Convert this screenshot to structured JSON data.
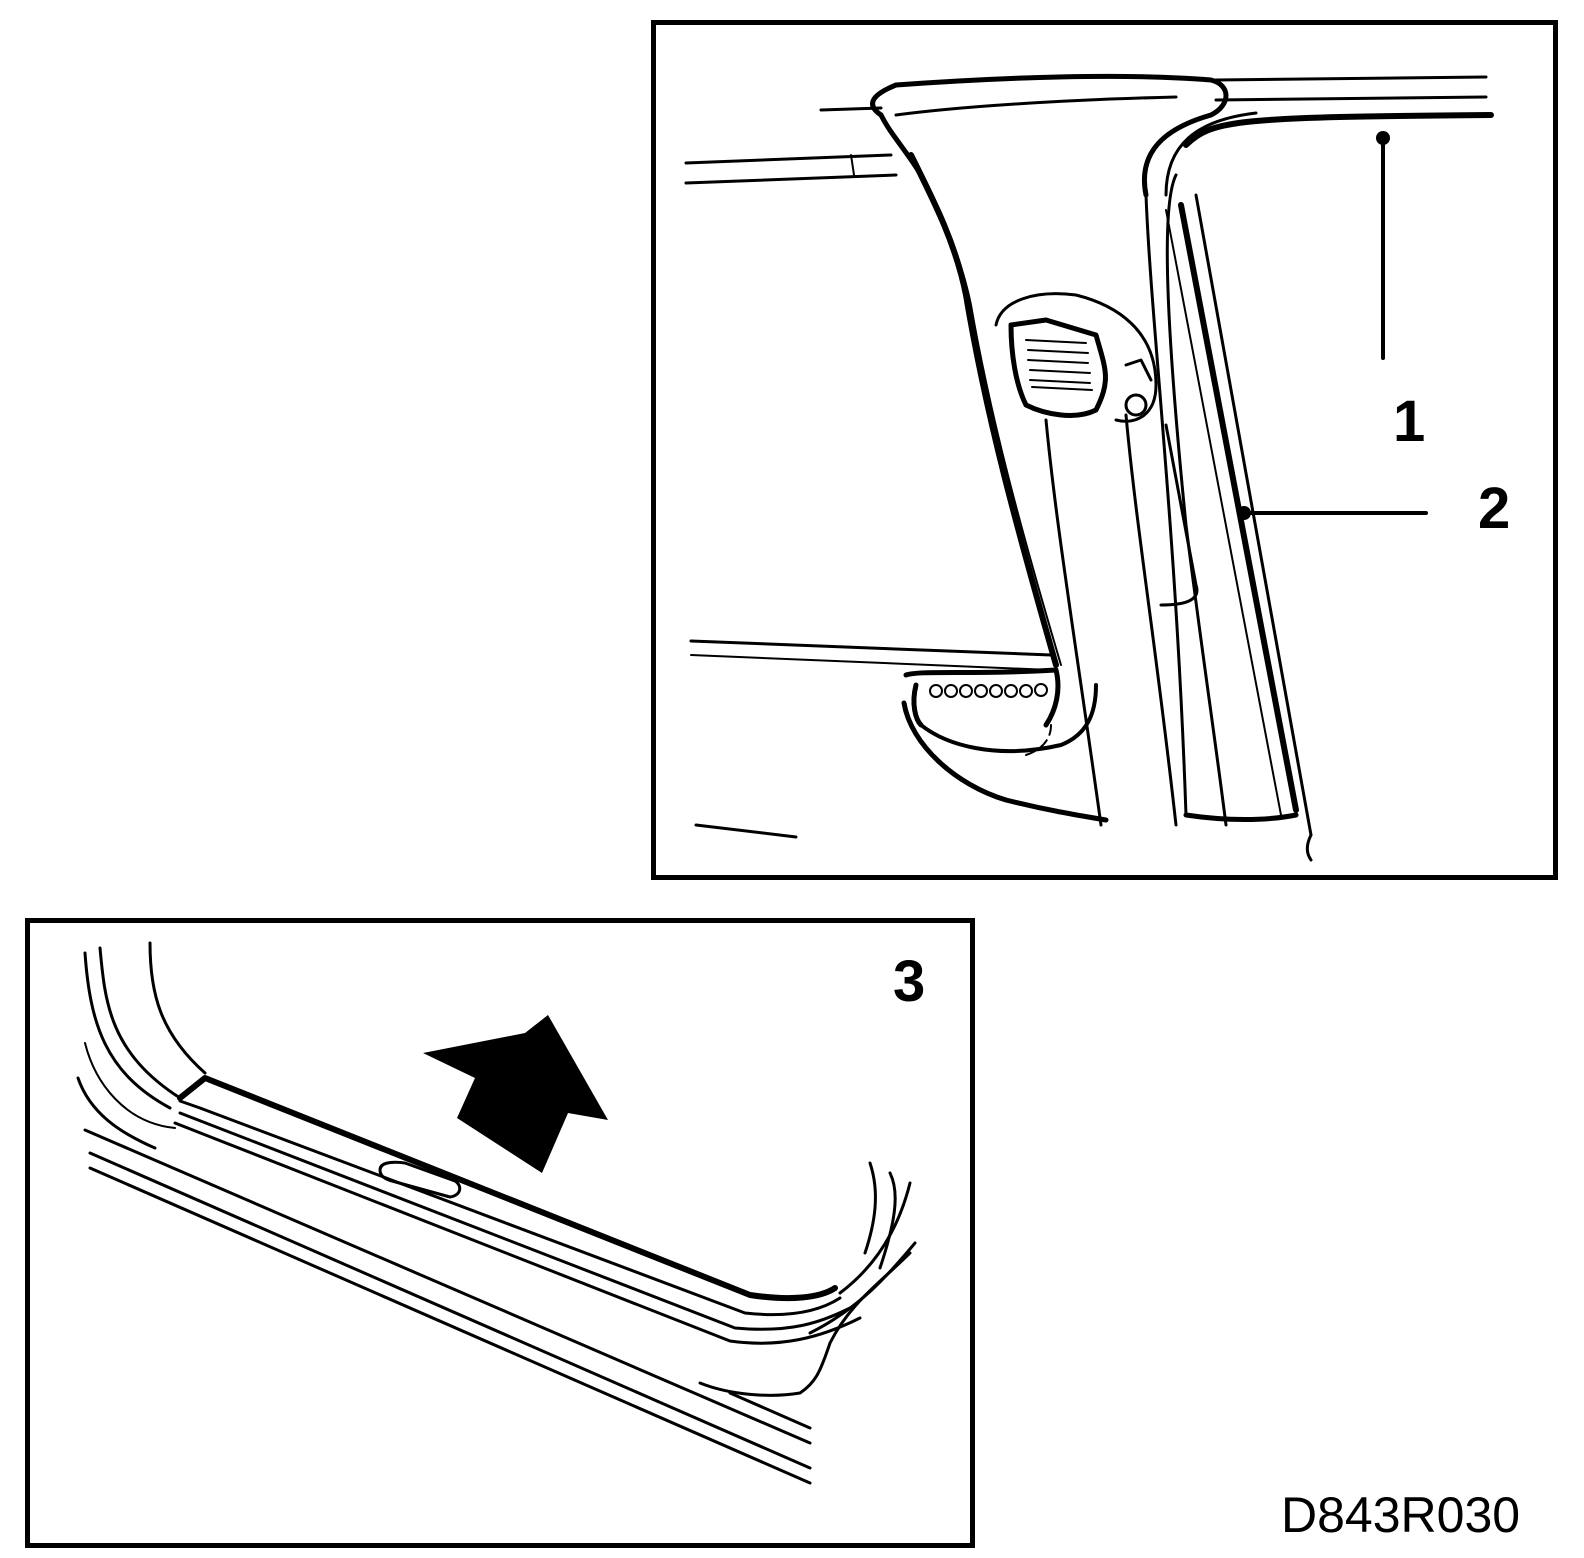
{
  "callouts": {
    "one": "1",
    "two": "2",
    "three": "3"
  },
  "figure_code": "D843R030",
  "icons": {
    "arrow": "up-arrow-icon"
  },
  "colors": {
    "ink": "#000000",
    "paper": "#ffffff"
  }
}
